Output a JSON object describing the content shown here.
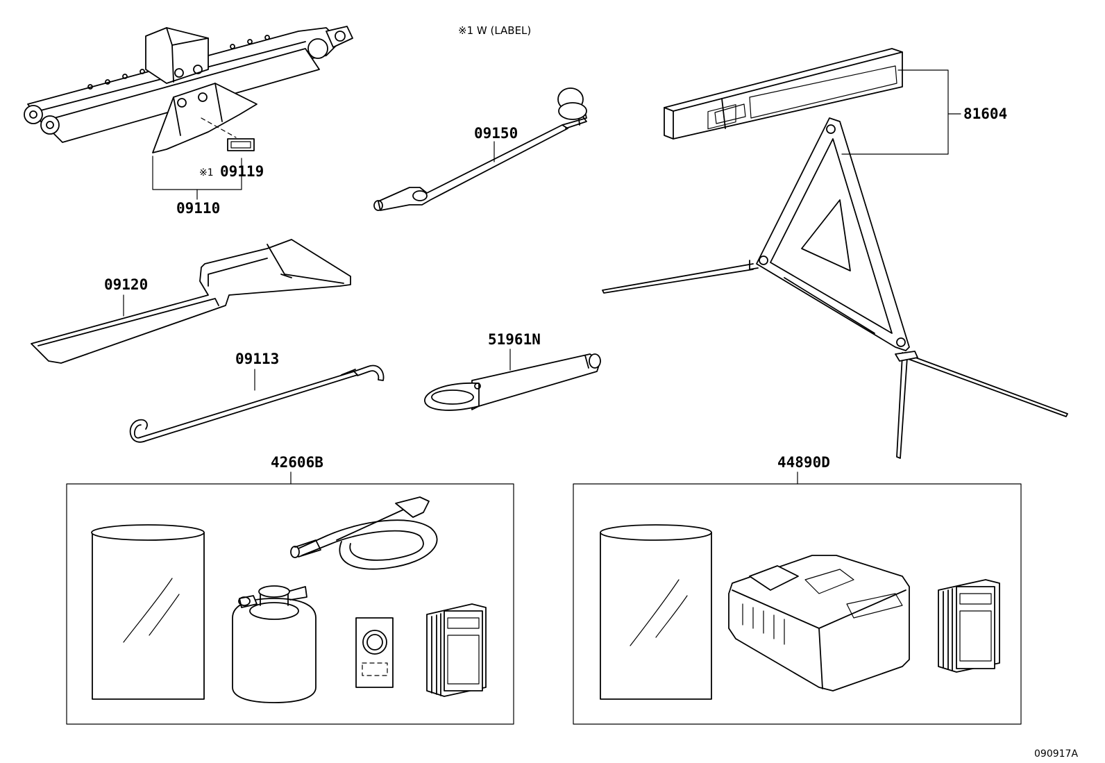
{
  "header_note": "※1 W (LABEL)",
  "parts": {
    "jack": "09110",
    "jack_label": "09119",
    "jack_label_marker": "※1",
    "jack_handle": "09120",
    "handle_rod": "09113",
    "wheel_wrench": "09150",
    "socket_tool": "51961N",
    "warning_triangle": "81604",
    "repair_kit_a": "42606B",
    "repair_kit_b": "44890D"
  },
  "figure_ref": "090917A"
}
